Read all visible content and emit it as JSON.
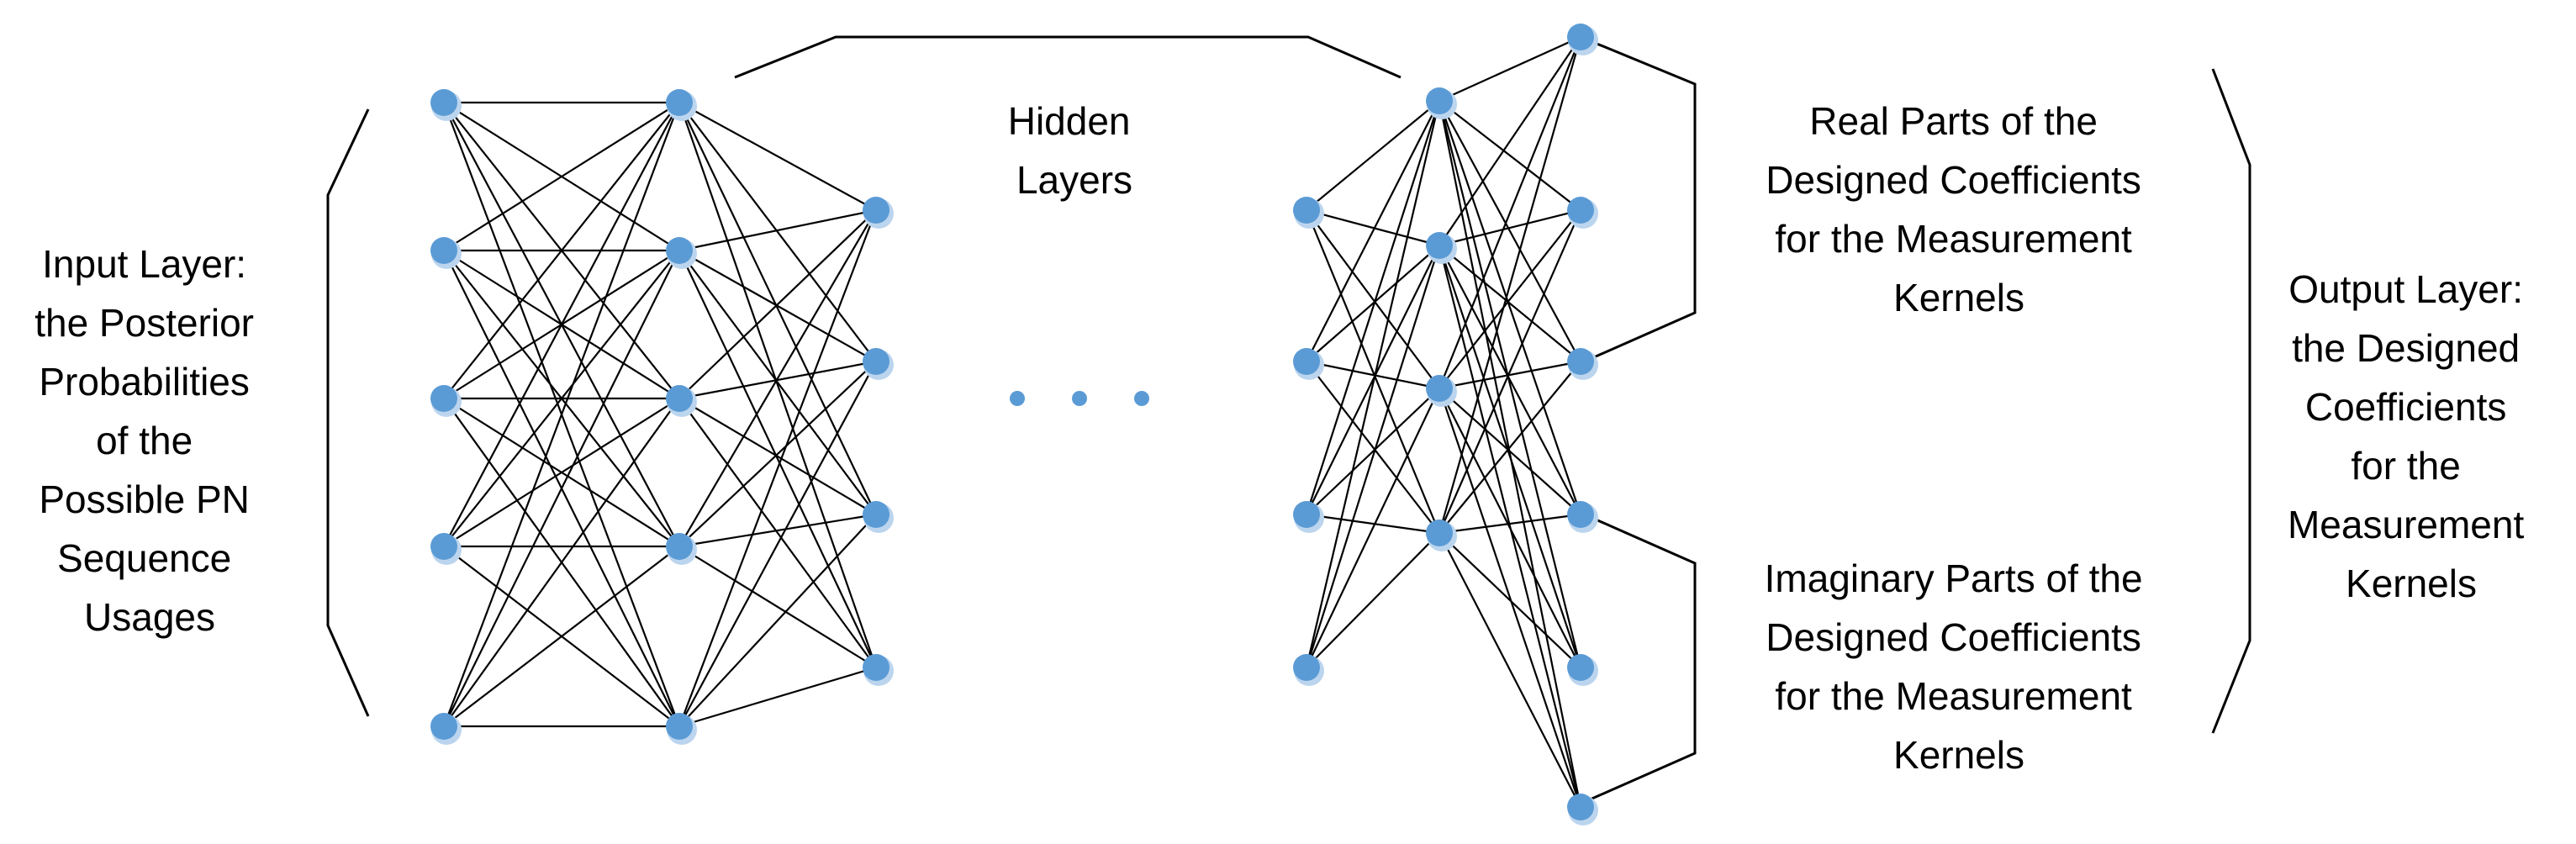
{
  "labels": {
    "input": [
      "Input Layer:",
      "the Posterior",
      "Probabilities",
      "of the",
      "Possible PN",
      "Sequence",
      "Usages"
    ],
    "hidden": [
      "Hidden",
      "Layers"
    ],
    "real": [
      "Real Parts of the",
      "Designed Coefficients",
      "for the Measurement",
      "Kernels"
    ],
    "imag": [
      "Imaginary Parts of the",
      "Designed Coefficients",
      "for the Measurement",
      "Kernels"
    ],
    "output": [
      "Output Layer:",
      "the Designed",
      "Coefficients",
      "for the",
      "Measurement",
      "Kernels"
    ]
  },
  "network": {
    "layer_node_counts": [
      5,
      5,
      4,
      4,
      4,
      6
    ],
    "node_color": "#5b9bd5",
    "edge_color": "#000000"
  }
}
